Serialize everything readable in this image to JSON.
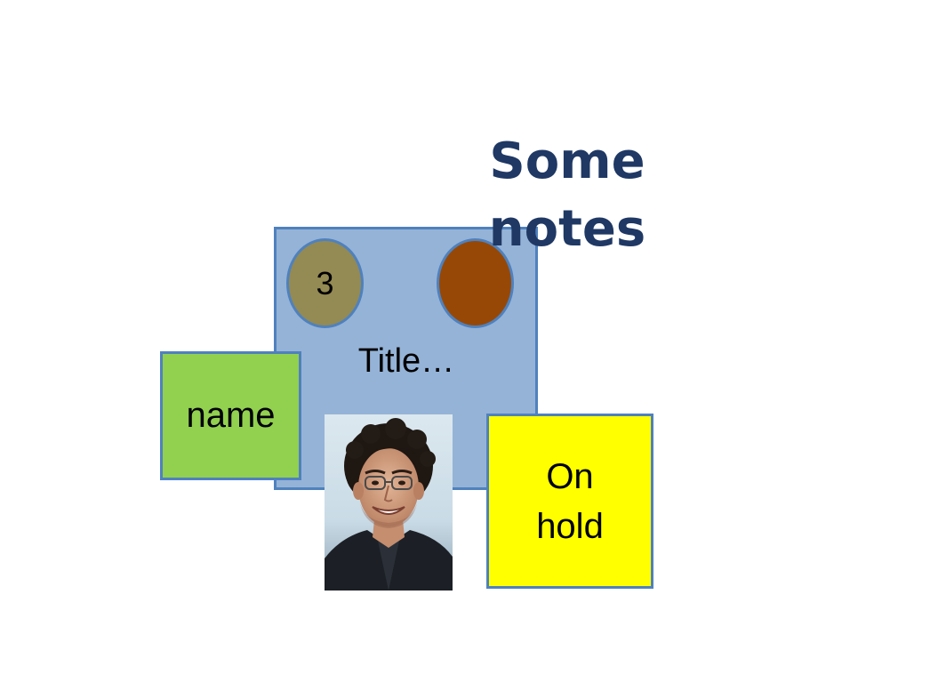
{
  "notes": {
    "title": "Some notes"
  },
  "card": {
    "count": "3",
    "title": "Title…"
  },
  "name_box": {
    "label": "name"
  },
  "status_box": {
    "label": "On hold"
  },
  "colors": {
    "card_fill": "#95b3d7",
    "border": "#4f81bd",
    "counter_circle": "#948a54",
    "status_circle": "#974806",
    "name_box": "#92d050",
    "status_box": "#ffff00",
    "notes_text": "#1f3864"
  },
  "photo": {
    "icon": "person-photo"
  }
}
